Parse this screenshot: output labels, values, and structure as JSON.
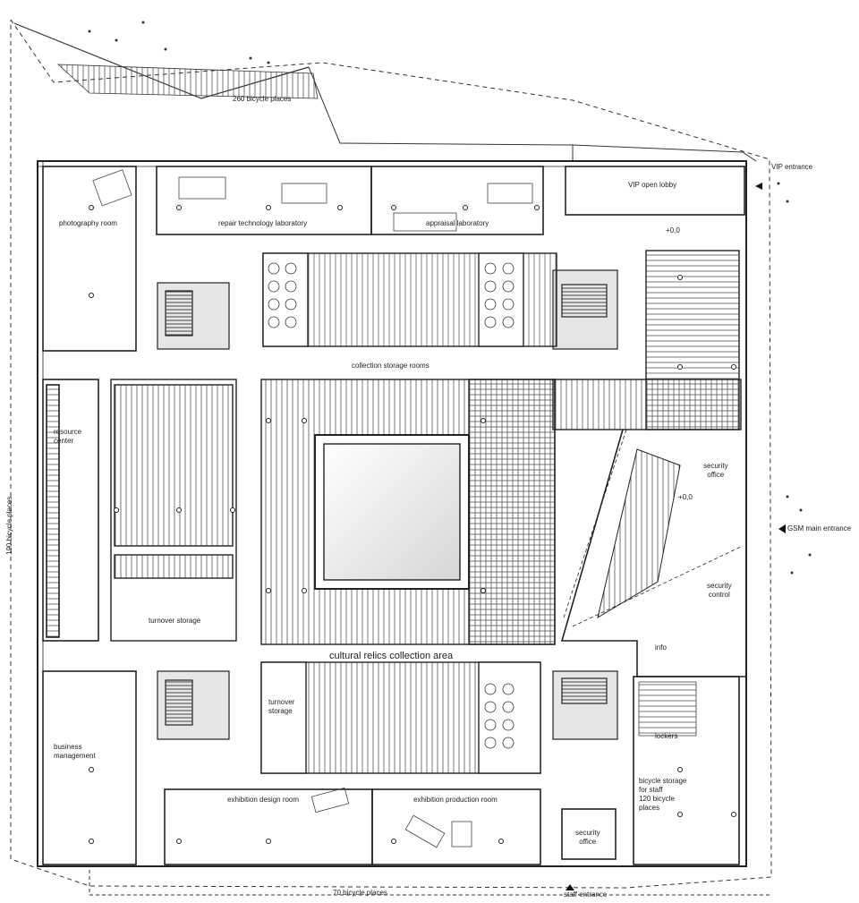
{
  "labels": {
    "bike_top": "260 bicycle places",
    "vip_entrance": "VIP entrance",
    "vip_lobby": "VIP open lobby",
    "level_top": "+0,0",
    "photography": "photography room",
    "repair": "repair technology laboratory",
    "appraisal": "appraisal laboratory",
    "collection_storage": "collection storage rooms",
    "resource_center": "resource\ncenter",
    "bike_left": "190 bicycle places",
    "security_office_right": "security\noffice",
    "level_mid": "+0,0",
    "gsm_entrance": "GSM main entrance",
    "security_control": "security\ncontrol",
    "turnover_left": "turnover storage",
    "collection_area": "cultural relics collection area",
    "info": "info",
    "turnover_center": "turnover\nstorage",
    "business": "business\nmanagement",
    "lockers": "lockers",
    "bike_staff": "bicycle storage\nfor staff\n120 bicycle\nplaces",
    "exhibition_design": "exhibition design room",
    "exhibition_production": "exhibition production room",
    "security_office_bottom": "security\noffice",
    "bike_bottom": "70 bicycle places",
    "staff_entrance": "staff entrance"
  },
  "colors": {
    "line": "#2a2a2a",
    "light": "#8a8a8a",
    "core_fill": "#d9d9d9",
    "void_fill": "#eeeeee"
  }
}
